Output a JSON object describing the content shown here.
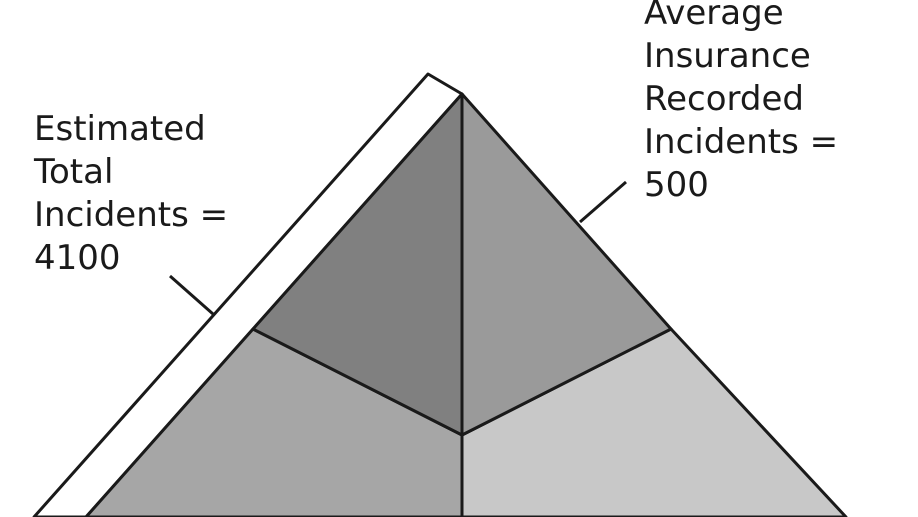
{
  "labels": {
    "estimated_total": [
      "Estimated",
      "Total",
      "Incidents =",
      "4100"
    ],
    "average_insurance": [
      "Average",
      "Insurance",
      "Recorded",
      "Incidents =",
      "500"
    ]
  },
  "colors": {
    "top_left_face": "#808080",
    "top_right_face": "#9a9a9a",
    "lower_left_face": "#a6a6a6",
    "lower_right_face": "#c8c8c8",
    "outline": "#1a1a1a",
    "background": "#ffffff"
  }
}
